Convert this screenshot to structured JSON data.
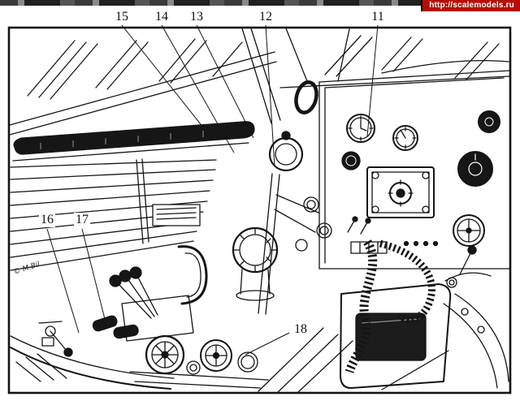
{
  "watermark": {
    "url": "http://scalemodels.ru"
  },
  "signature": "© M.Bil",
  "callouts": [
    {
      "label": "15"
    },
    {
      "label": "14"
    },
    {
      "label": "13"
    },
    {
      "label": "12"
    },
    {
      "label": "11"
    },
    {
      "label": "16"
    },
    {
      "label": "17"
    },
    {
      "label": "18"
    }
  ],
  "colors": {
    "watermark_bg": "#b70d02",
    "ink": "#141414",
    "paper": "#ffffff"
  }
}
